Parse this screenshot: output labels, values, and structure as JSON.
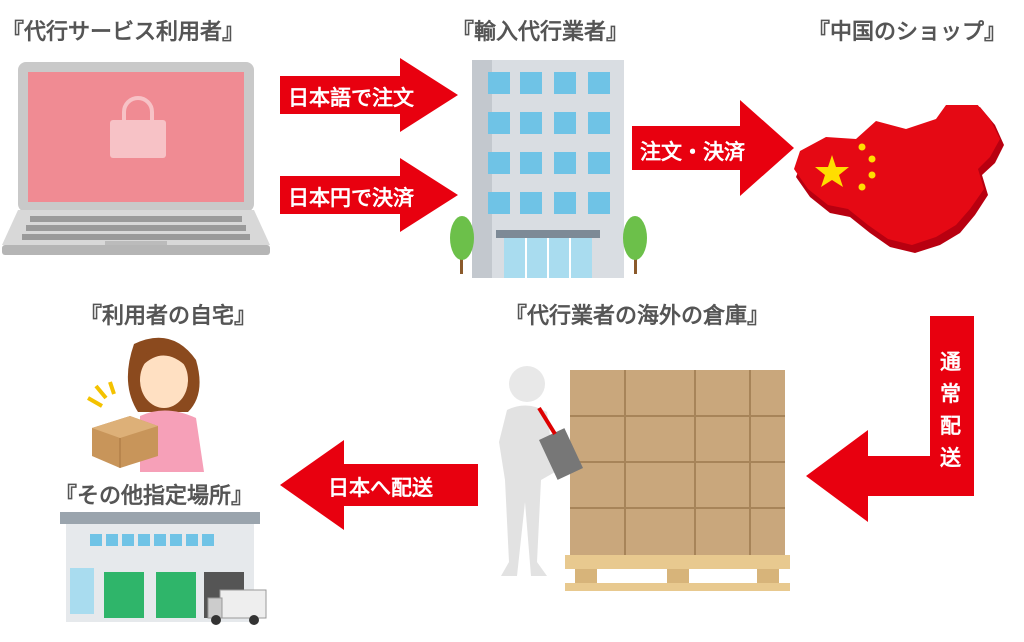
{
  "titles": {
    "user": "『代行サービス利用者』",
    "agent": "『輸入代行業者』",
    "shop": "『中国のショップ』",
    "warehouse": "『代行業者の海外の倉庫』",
    "home": "『利用者の自宅』",
    "other": "『その他指定場所』"
  },
  "arrows": {
    "order_japanese": "日本語で注文",
    "pay_yen": "日本円で決済",
    "order_pay": "注文・決済",
    "normal_shipping": [
      "通",
      "常",
      "配",
      "送"
    ],
    "ship_japan": "日本へ配送"
  },
  "colors": {
    "arrow": "#e8000f",
    "title": "#555555",
    "screen": "#f08b93"
  }
}
